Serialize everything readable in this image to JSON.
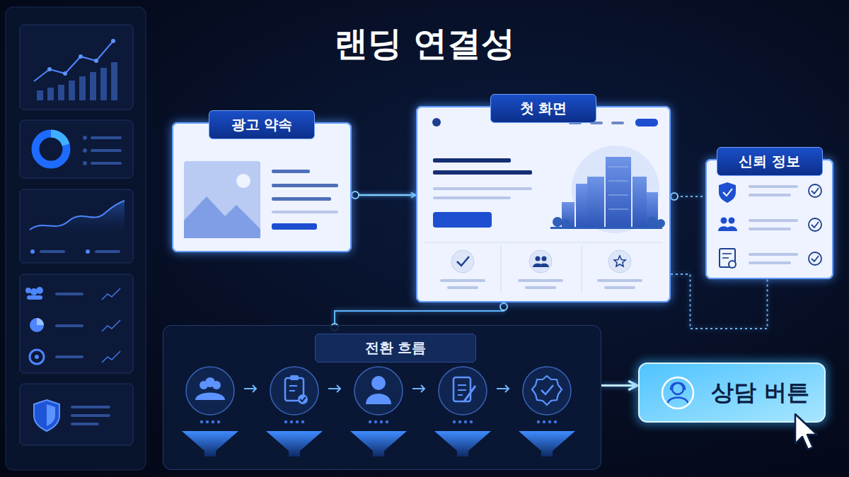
{
  "diagram": {
    "title": "랜딩 연결성",
    "nodes": [
      {
        "text": [
          "광고 약속"
        ]
      },
      {
        "text": [
          "첫 화면"
        ]
      },
      {
        "text": [
          "신뢰 정보"
        ]
      },
      {
        "text": [
          "전환 흐름"
        ]
      },
      {
        "text": [
          "상담 버튼"
        ]
      }
    ],
    "edges": [
      {
        "from": 0,
        "to": 1,
        "arrow": "to"
      },
      {
        "from": 1,
        "to": 2,
        "arrow": "none"
      },
      {
        "from": 1,
        "to": 2,
        "arrow": "none"
      },
      {
        "from": 1,
        "to": 3,
        "arrow": "none"
      },
      {
        "from": 3,
        "to": 4,
        "arrow": "to"
      }
    ]
  }
}
